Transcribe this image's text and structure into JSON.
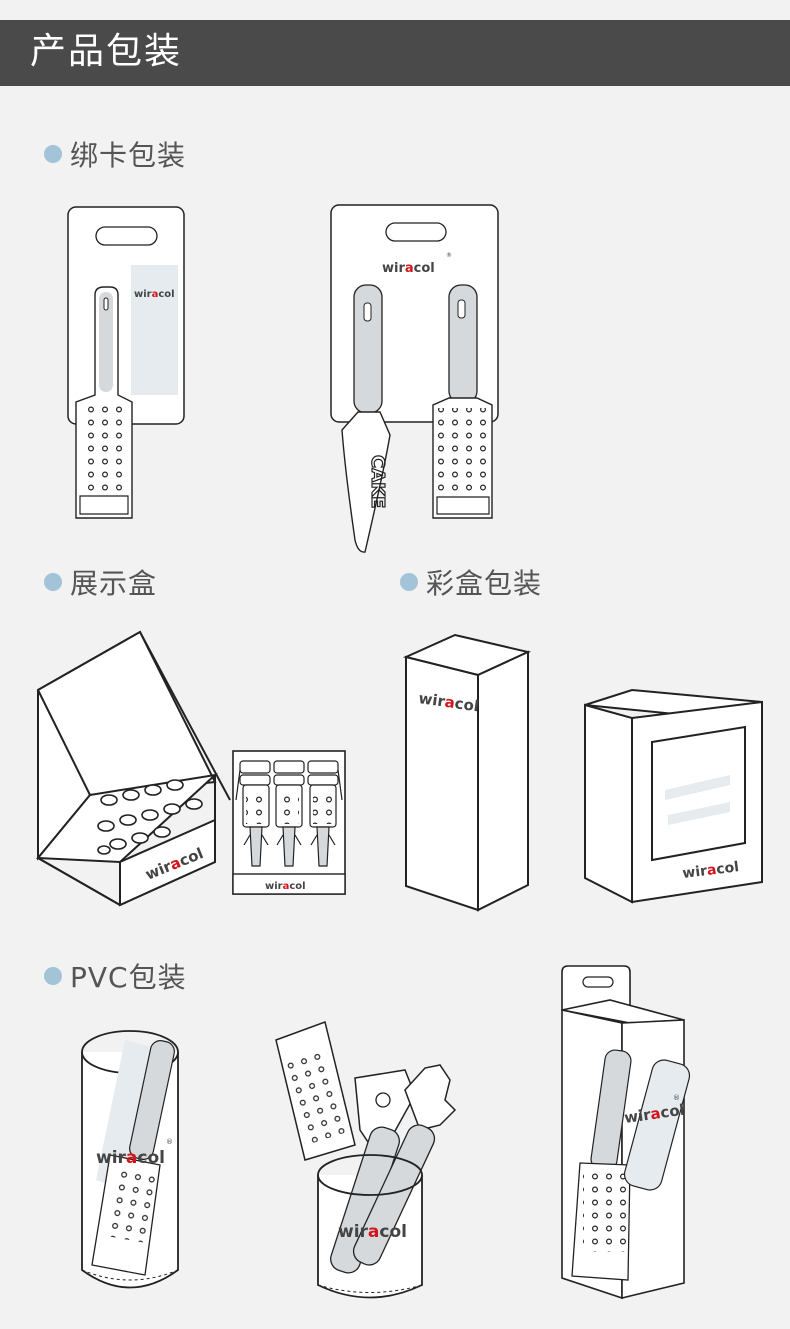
{
  "header": {
    "title": "产品包装"
  },
  "sections": {
    "card": "绑卡包装",
    "display": "展示盒",
    "colorbox": "彩盒包装",
    "pvc": "PVC包装"
  },
  "brand": {
    "pre": "wir",
    "a": "a",
    "post": "col",
    "reg": "®"
  },
  "cake_text": "CAKE",
  "colors": {
    "header_bg": "#4a4a4a",
    "dot": "#a3c3d8",
    "brand_a": "#d4161c"
  }
}
